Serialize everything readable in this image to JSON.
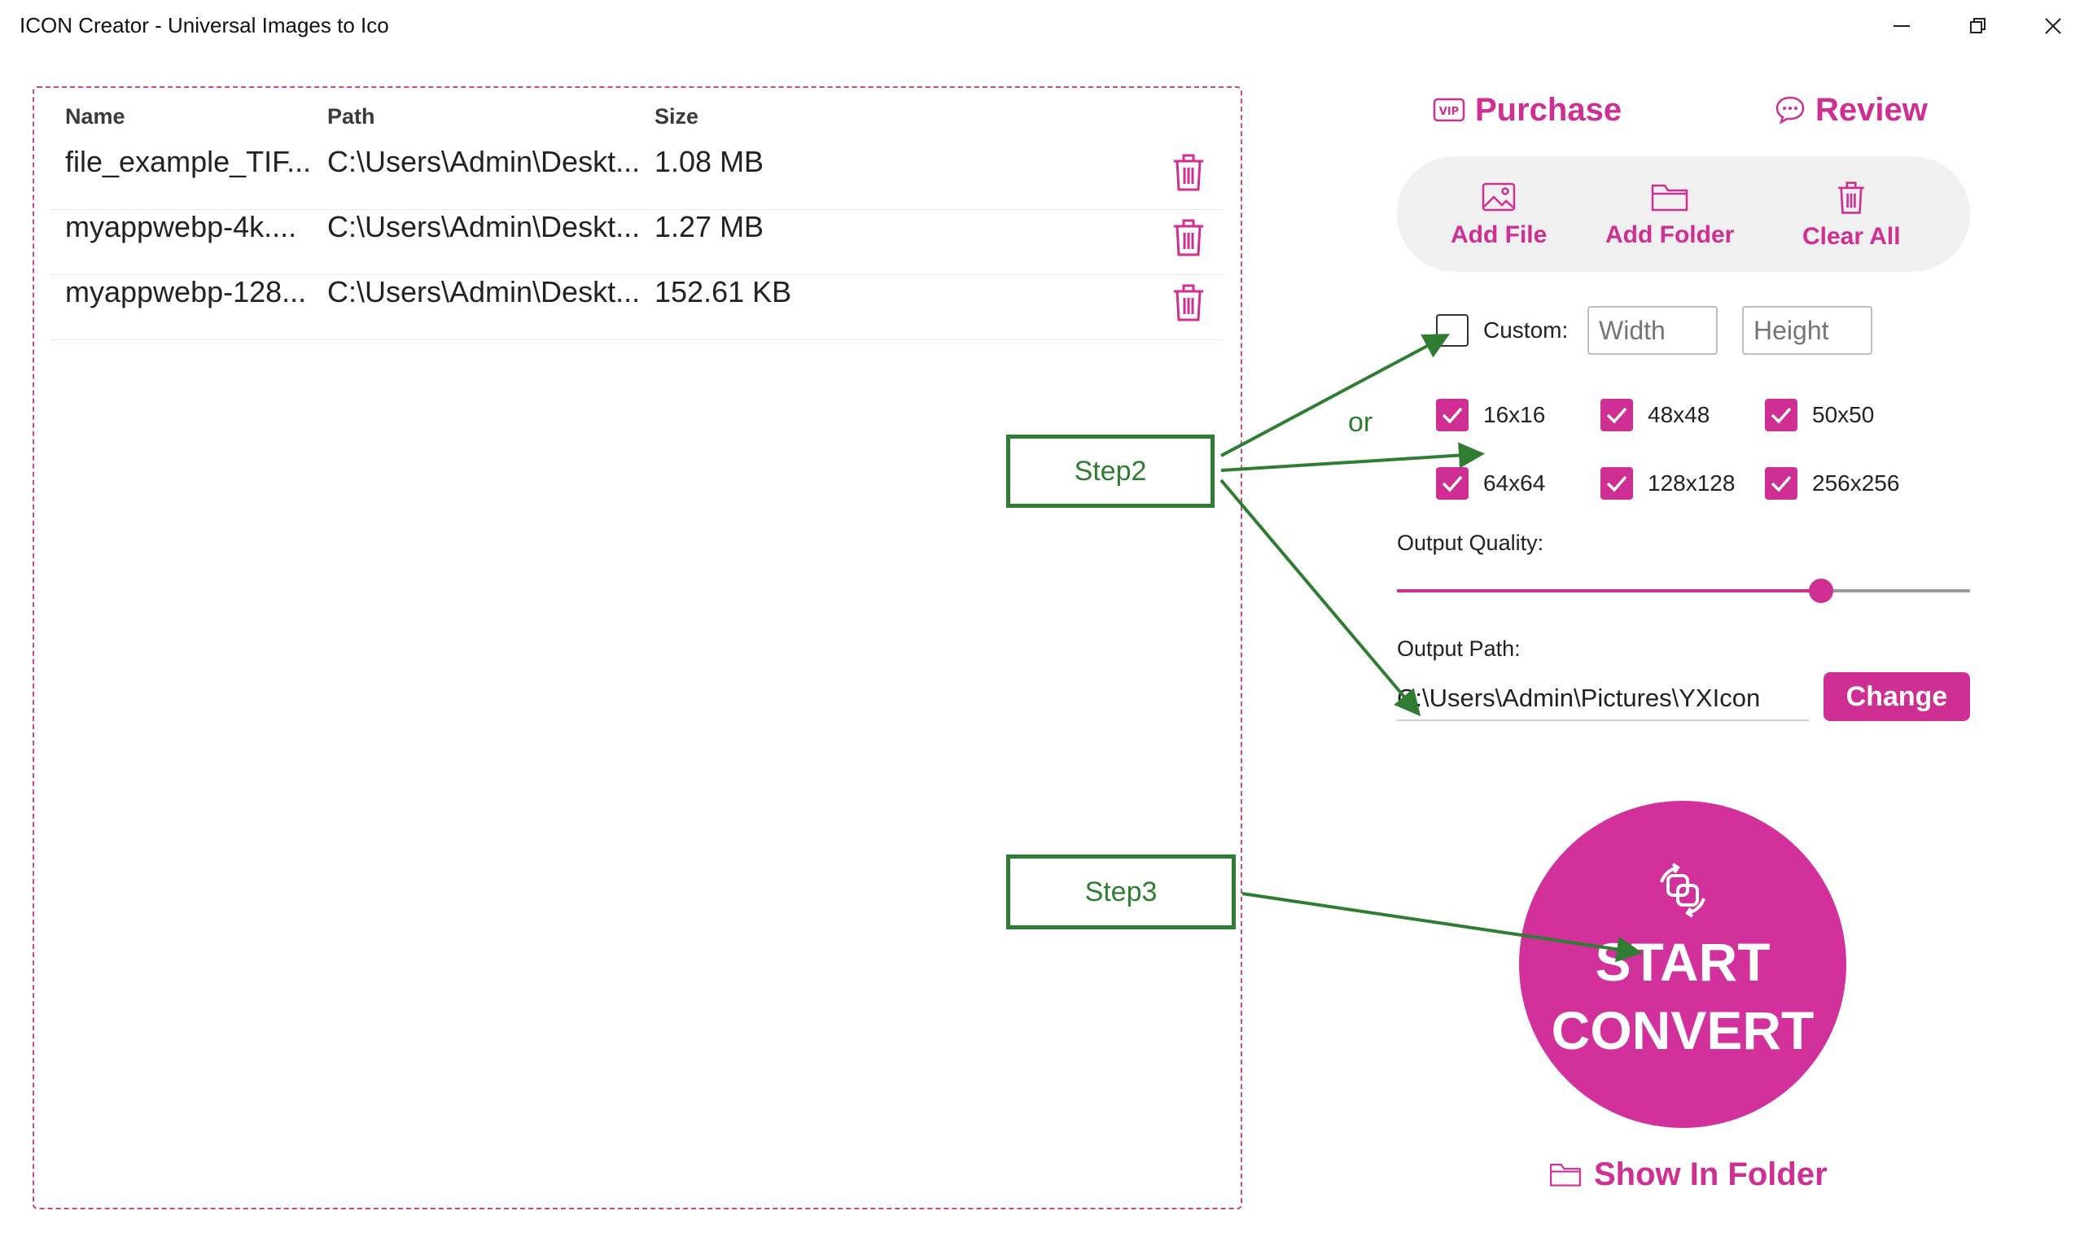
{
  "window": {
    "title": "ICON Creator - Universal Images to Ico"
  },
  "file_list": {
    "columns": {
      "name": "Name",
      "path": "Path",
      "size": "Size"
    },
    "rows": [
      {
        "name": "file_example_TIF...",
        "path": "C:\\Users\\Admin\\Deskt...",
        "size": "1.08 MB"
      },
      {
        "name": "myappwebp-4k....",
        "path": "C:\\Users\\Admin\\Deskt...",
        "size": "1.27 MB"
      },
      {
        "name": "myappwebp-128...",
        "path": "C:\\Users\\Admin\\Deskt...",
        "size": "152.61 KB"
      }
    ]
  },
  "top_links": {
    "purchase": "Purchase",
    "review": "Review"
  },
  "toolbar": {
    "add_file": "Add File",
    "add_folder": "Add Folder",
    "clear_all": "Clear All"
  },
  "custom_size": {
    "label": "Custom:",
    "checked": false,
    "width_placeholder": "Width",
    "height_placeholder": "Height"
  },
  "sizes": [
    {
      "label": "16x16",
      "checked": true
    },
    {
      "label": "48x48",
      "checked": true
    },
    {
      "label": "50x50",
      "checked": true
    },
    {
      "label": "64x64",
      "checked": true
    },
    {
      "label": "128x128",
      "checked": true
    },
    {
      "label": "256x256",
      "checked": true
    }
  ],
  "output_quality": {
    "label": "Output Quality:",
    "value_fraction": 0.74
  },
  "output_path": {
    "label": "Output Path:",
    "value": "C:\\Users\\Admin\\Pictures\\YXIcon",
    "change_label": "Change"
  },
  "start_button": {
    "line1": "START",
    "line2": "CONVERT"
  },
  "show_in_folder": "Show In Folder",
  "annotations": {
    "step2": "Step2",
    "step3": "Step3",
    "or": "or",
    "color": "#2f7d32"
  },
  "colors": {
    "accent": "#cf2f93",
    "annotation": "#2f7d32"
  }
}
